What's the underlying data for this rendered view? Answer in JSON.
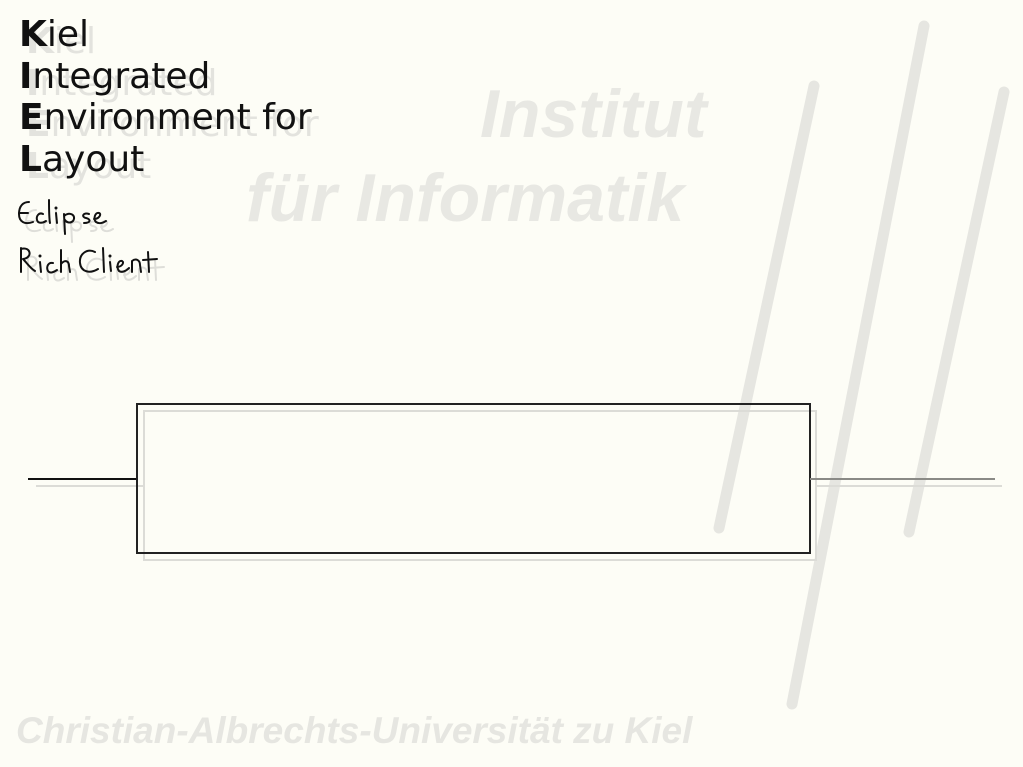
{
  "splash": {
    "acronym": [
      {
        "initial": "K",
        "rest": "iel"
      },
      {
        "initial": "I",
        "rest": "ntegrated"
      },
      {
        "initial": "E",
        "rest": "nvironment for"
      },
      {
        "initial": "L",
        "rest": "ayout"
      }
    ],
    "subtitle_line1": "Eclipse",
    "subtitle_line2": "Rich Client",
    "institute_line1": "Institut",
    "institute_line2": "für Informatik",
    "university": "Christian-Albrechts-Universität zu Kiel",
    "progress_fraction": 0
  },
  "colors": {
    "background": "#fdfdf6",
    "watermark": "#e8e8e3",
    "ink": "#111111",
    "shadow": "#e3e3de"
  }
}
